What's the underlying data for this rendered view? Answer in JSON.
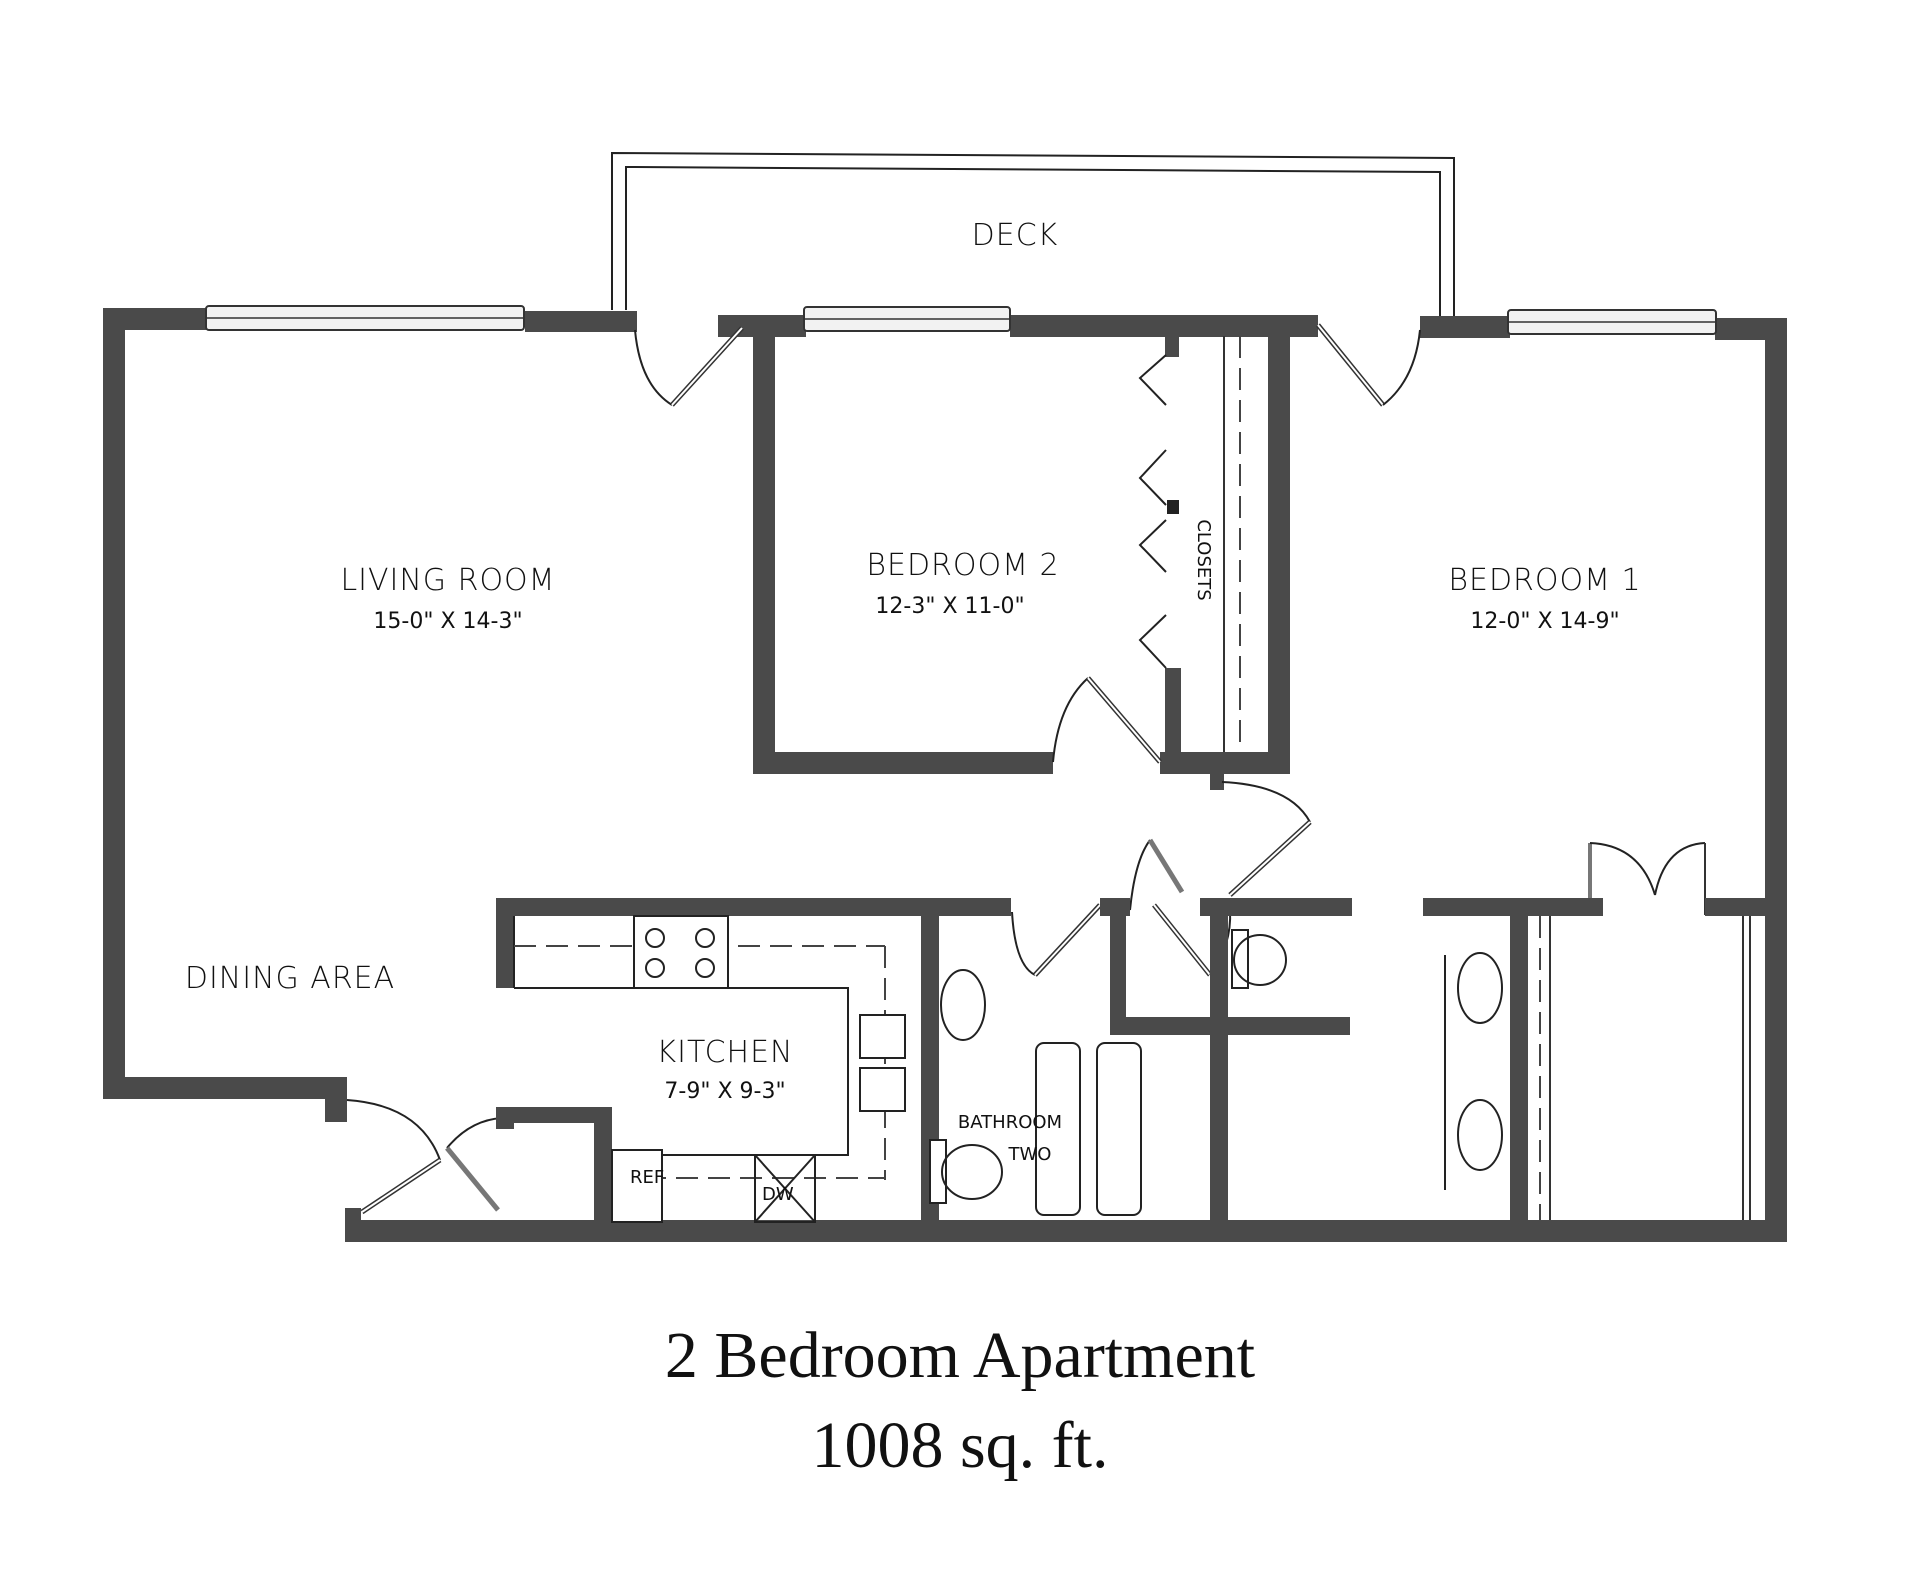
{
  "plan": {
    "title": "2 Bedroom Apartment",
    "area": "1008 sq. ft.",
    "wall_color": "#4a4a4a",
    "background": "#ffffff"
  },
  "rooms": {
    "deck": {
      "label": "DECK"
    },
    "living_room": {
      "label": "LIVING ROOM",
      "dimensions": "15-0\" X 14-3\""
    },
    "bedroom_2": {
      "label": "BEDROOM 2",
      "dimensions": "12-3\" X 11-0\""
    },
    "bedroom_1": {
      "label": "BEDROOM 1",
      "dimensions": "12-0\" X 14-9\""
    },
    "closets": {
      "label": "CLOSETS"
    },
    "dining_area": {
      "label": "DINING AREA"
    },
    "kitchen": {
      "label": "KITCHEN",
      "dimensions": "7-9\" X 9-3\""
    },
    "bathroom_two": {
      "label_line1": "BATHROOM",
      "label_line2": "TWO"
    }
  },
  "fixtures": {
    "refrigerator": "REF",
    "dishwasher": "DW"
  }
}
